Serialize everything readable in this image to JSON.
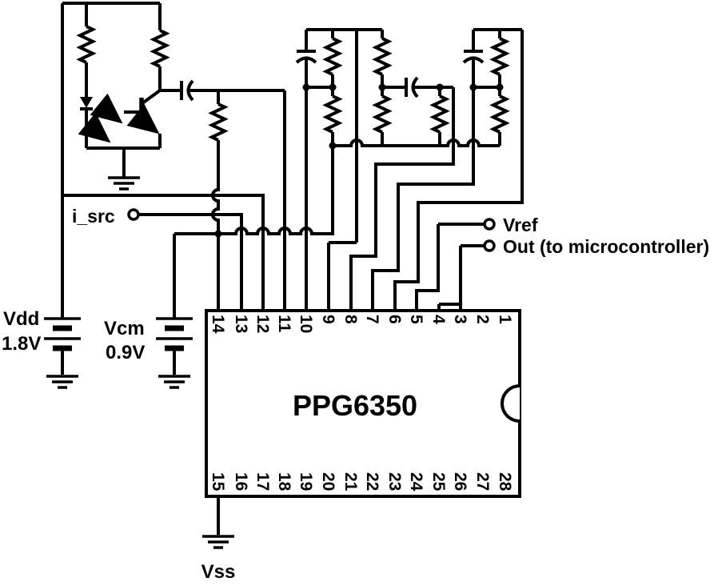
{
  "schematic": {
    "ic": {
      "label": "PPG6350",
      "pins_top": [
        "14",
        "13",
        "12",
        "11",
        "10",
        "9",
        "8",
        "7",
        "6",
        "5",
        "4",
        "3",
        "2",
        "1"
      ],
      "pins_bottom": [
        "15",
        "16",
        "17",
        "18",
        "19",
        "20",
        "21",
        "22",
        "23",
        "24",
        "25",
        "26",
        "27",
        "28"
      ]
    },
    "supplies": {
      "vdd": {
        "name": "Vdd",
        "value": "1.8V"
      },
      "vcm": {
        "name": "Vcm",
        "value": "0.9V"
      },
      "vss": {
        "name": "Vss"
      }
    },
    "terminals": {
      "i_src": "i_src",
      "vref": "Vref",
      "out": "Out (to microcontroller)"
    },
    "colors": {
      "line": "#000000",
      "background": "#ffffff"
    }
  }
}
